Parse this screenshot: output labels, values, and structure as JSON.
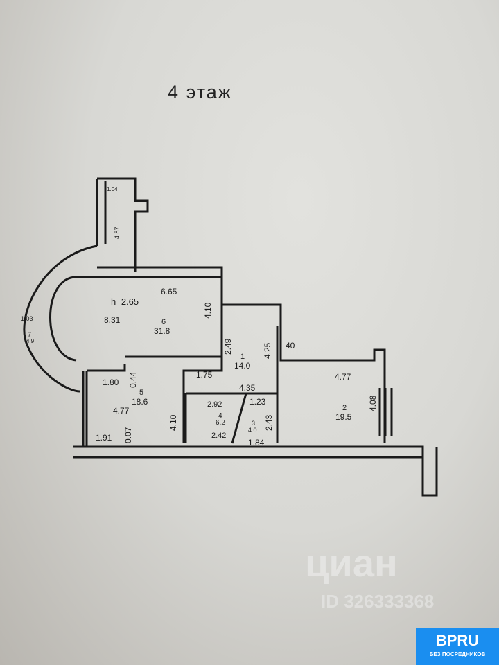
{
  "title": "4 этаж",
  "ceiling": "h=2.65",
  "rooms": [
    {
      "num": "6",
      "area": "31.8"
    },
    {
      "num": "1",
      "area": "14.0"
    },
    {
      "num": "5",
      "area": "18.6"
    },
    {
      "num": "4",
      "area": "6.2"
    },
    {
      "num": "3",
      "area": "4.0"
    },
    {
      "num": "2",
      "area": "19.5"
    },
    {
      "num": "7",
      "area": "4.9"
    }
  ],
  "dims": [
    "1.04",
    "4.87",
    "6.65",
    "8.31",
    "4.10",
    "1.03",
    "2.49",
    "4.25",
    "40",
    "1.75",
    "4.35",
    "1.80",
    "0.44",
    "4.77",
    "4.10",
    "1.91",
    "0.07",
    "2.92",
    "1.23",
    "2.43",
    "2.42",
    "1.84",
    "4.77",
    "4.08"
  ],
  "watermark": {
    "brand": "циан",
    "id": "ID 326333368"
  },
  "badge": {
    "name": "BPRU",
    "tagline": "БЕЗ ПОСРЕДНИКОВ"
  }
}
